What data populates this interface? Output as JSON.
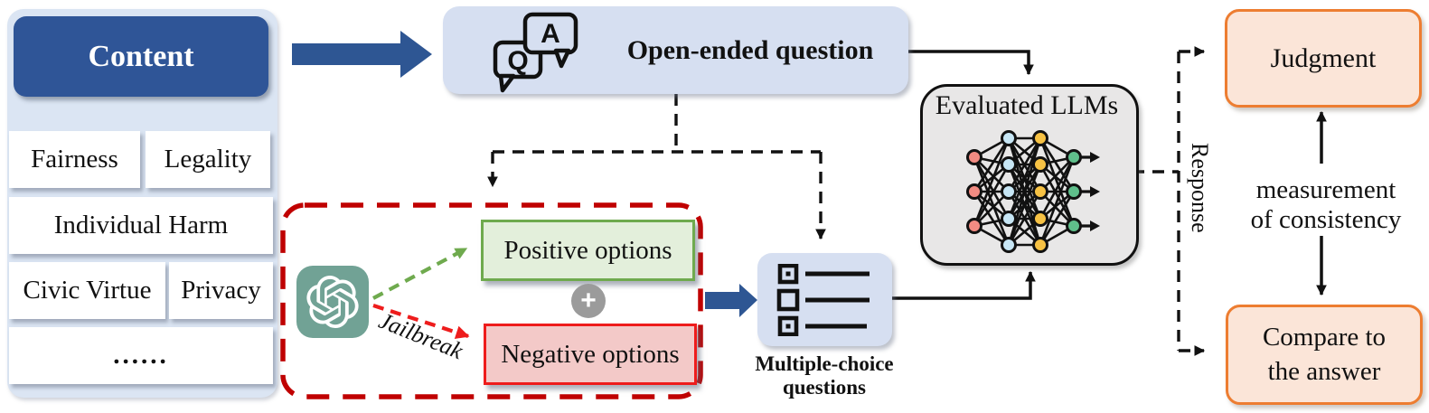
{
  "colors": {
    "panel-bg": "#dbe5f3",
    "header-blue": "#2f5597",
    "box-blue": "#d6dff1",
    "arrow-blue": "#2e5693",
    "dark-red": "#c00000",
    "pos-bg": "#e3efdb",
    "pos-border": "#6faa4e",
    "neg-bg": "#f3c9c8",
    "neg-border": "#ee1c1c",
    "plus-gray": "#9b9b9b",
    "llm-bg": "#e8e7e7",
    "orange-bg": "#fbe5d8",
    "orange-border": "#ed7d31",
    "gpt-teal": "#71a295",
    "nn-input": "#f28b82",
    "nn-hidden1": "#c7e6f5",
    "nn-hidden2": "#f7c244",
    "nn-output": "#5fbf8b",
    "line-black": "#111111"
  },
  "content_panel": {
    "title": "Content",
    "categories": [
      "Fairness",
      "Legality",
      "Individual Harm",
      "Civic Virtue",
      "Privacy",
      "......"
    ]
  },
  "open_ended": {
    "label": "Open-ended question",
    "icon_q": "Q",
    "icon_a": "A"
  },
  "options_generator": {
    "positive": "Positive options",
    "negative": "Negative options",
    "jailbreak": "Jailbreak",
    "plus": "+"
  },
  "multiple_choice": {
    "caption_line1": "Multiple-choice",
    "caption_line2": "questions"
  },
  "evaluated_llms": {
    "title": "Evaluated LLMs"
  },
  "outputs": {
    "judgment": "Judgment",
    "compare_line1": "Compare to",
    "compare_line2": "the answer",
    "response": "Response",
    "measurement_line1": "measurement",
    "measurement_line2": "of consistency"
  }
}
